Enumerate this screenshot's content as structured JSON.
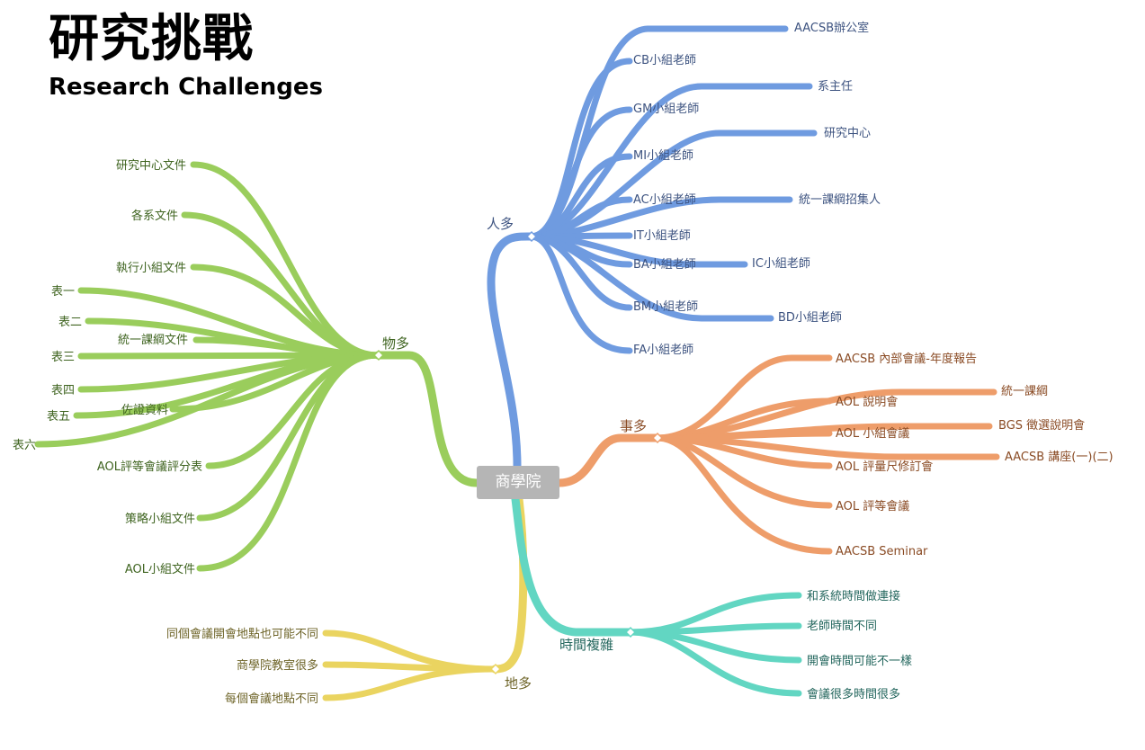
{
  "title": "研究挑戰",
  "subtitle": "Research Challenges",
  "colors": {
    "people": "#6f9be0",
    "affairs": "#ee9d6a",
    "things": "#9acd5c",
    "places": "#ead460",
    "time": "#62d6c2",
    "root": "#b5b5b5",
    "people_text": "#3d5380",
    "affairs_text": "#8a4b24",
    "things_text": "#3f6420",
    "places_text": "#6e6428",
    "time_text": "#24675e"
  },
  "root": "商學院",
  "branches": {
    "people": {
      "label": "人多",
      "children": [
        "AACSB辦公室",
        "CB小組老師",
        "系主任",
        "GM小組老師",
        "研究中心",
        "MI小組老師",
        "統一課綱招集人",
        "AC小組老師",
        "IT小組老師",
        "BA小組老師",
        "IC小組老師",
        "BD小組老師",
        "BM小組老師",
        "FA小組老師"
      ]
    },
    "affairs": {
      "label": "事多",
      "children": [
        "AACSB 內部會議-年度報告",
        "統一課綱",
        "AOL 說明會",
        "BGS 徵選說明會",
        "AOL 小組會議",
        "AACSB 講座(一)(二)",
        "AOL 評量尺修訂會",
        "AOL 評等會議",
        "AACSB Seminar"
      ]
    },
    "things": {
      "label": "物多",
      "children": [
        "研究中心文件",
        "各系文件",
        "執行小組文件",
        "表一",
        "表二",
        "統一課綱文件",
        "表三",
        "表四",
        "表五",
        "佐證資料",
        "表六",
        "AOL評等會議評分表",
        "策略小組文件",
        "AOL小組文件"
      ]
    },
    "places": {
      "label": "地多",
      "children": [
        "同個會議開會地點也可能不同",
        "商學院教室很多",
        "每個會議地點不同"
      ]
    },
    "time": {
      "label": "時間複雜",
      "children": [
        "和系統時間做連接",
        "老師時間不同",
        "開會時間可能不一樣",
        "會議很多時間很多"
      ]
    }
  }
}
